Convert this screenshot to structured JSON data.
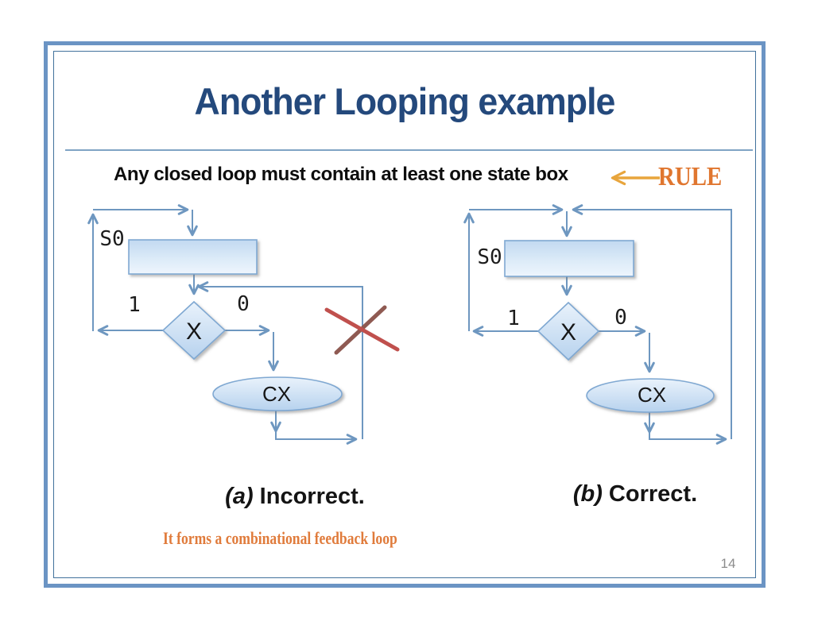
{
  "slide": {
    "title": "Another Looping example",
    "rule_text": "Any closed loop must contain at least one state box",
    "rule_label": "RULE",
    "caption_a_prefix": "(a)",
    "caption_a_text": " Incorrect.",
    "caption_b_prefix": "(b)",
    "caption_b_text": " Correct.",
    "note": "It forms a combinational feedback loop",
    "page_number": "14"
  },
  "diagram_a": {
    "state_label": "S0",
    "branch_true": "1",
    "branch_false": "0",
    "decision_label": "X",
    "output_label": "CX"
  },
  "diagram_b": {
    "state_label": "S0",
    "branch_true": "1",
    "branch_false": "0",
    "decision_label": "X",
    "output_label": "CX"
  },
  "colors": {
    "frame_border": "#6b94c4",
    "inner_border": "#41719c",
    "title_text": "#24497c",
    "connector_blue": "#6e97c0",
    "shape_border": "#7fa8d2",
    "shape_fill_light": "#e9f2fb",
    "shape_fill_deep": "#b7d2ee",
    "rule_orange": "#e0762f",
    "arrow_gold": "#e8a53c",
    "cross_red": "#c0504d",
    "cross_red_dark": "#8f5a52",
    "page_number_gray": "#8c8c8c"
  }
}
